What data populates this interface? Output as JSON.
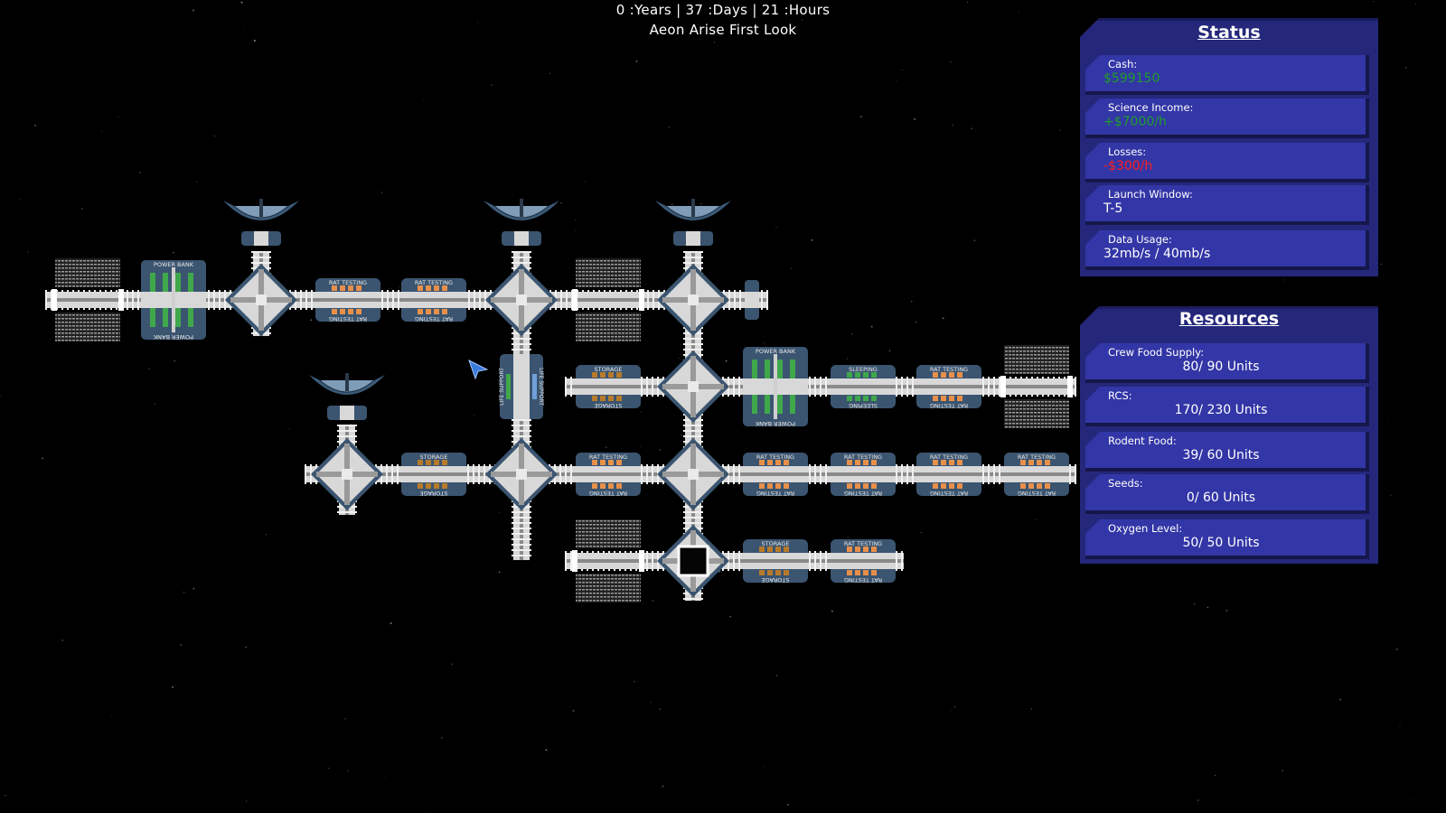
{
  "header": {
    "time": "0 :Years | 37 :Days | 21 :Hours",
    "station_name": "Aeon Arise First Look"
  },
  "status_panel": {
    "title": "Status",
    "items": [
      {
        "label": "Cash:",
        "value": "$599150",
        "color": "#1f9d2a"
      },
      {
        "label": "Science Income:",
        "value": "+$7000/h",
        "color": "#1f9d2a"
      },
      {
        "label": "Losses:",
        "value": "-$300/h",
        "color": "#ff1f1f"
      },
      {
        "label": "Launch Window:",
        "value": "T-5",
        "color": "#ffffff"
      },
      {
        "label": "Data Usage:",
        "value": "32mb/s / 40mb/s",
        "color": "#ffffff"
      }
    ]
  },
  "resources_panel": {
    "title": "Resources",
    "items": [
      {
        "label": "Crew Food Supply:",
        "value": "80/ 90 Units"
      },
      {
        "label": "RCS:",
        "value": "170/ 230 Units"
      },
      {
        "label": "Rodent Food:",
        "value": "39/ 60 Units"
      },
      {
        "label": "Seeds:",
        "value": "0/ 60 Units"
      },
      {
        "label": "Oxygen Level:",
        "value": "50/ 50 Units"
      }
    ]
  },
  "modules": {
    "power_bank": "POWER BANK",
    "rat_testing": "RAT TESTING",
    "storage": "STORAGE",
    "sleeping": "SLEEPING",
    "life_support": "LIFE SUPPORT"
  },
  "colors": {
    "panel_bg": "#24277a",
    "box_bg": "#3336a6",
    "hull": "#d8d8d8",
    "module_frame": "#3b5570",
    "rat_accent": "#e8904a",
    "storage_accent": "#b87a2a",
    "power_accent": "#3fa84a"
  }
}
